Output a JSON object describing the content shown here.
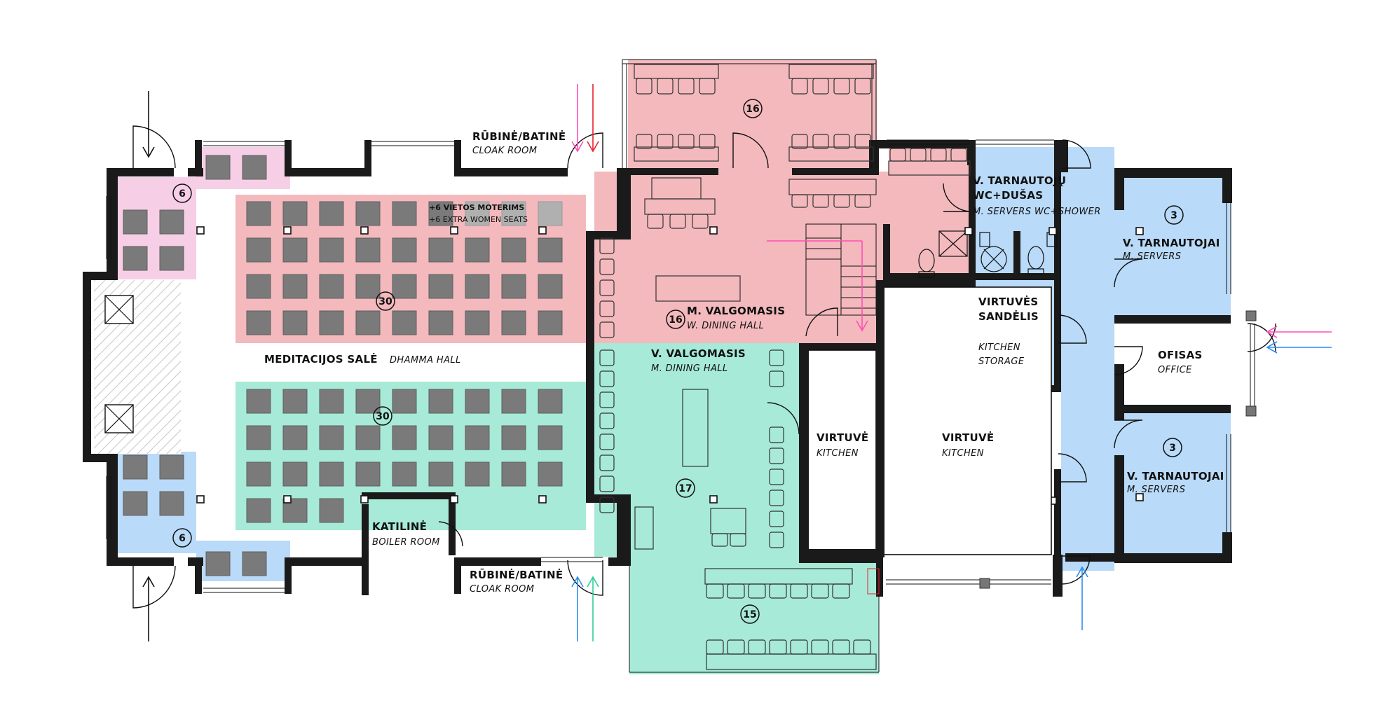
{
  "colors": {
    "pink_zone": "#f3b9bd",
    "light_pink_zone": "#f6cfe6",
    "green_zone": "#a7ead7",
    "blue_zone": "#b9daf8",
    "arrow_pink": "#ff4fb5",
    "arrow_red": "#e8232f",
    "arrow_blue": "#2c8ef0",
    "arrow_green": "#2fcf9b",
    "wall": "#1a1a1a"
  },
  "rooms": {
    "dhamma_hall": {
      "title": "MEDITACIJOS SALĖ",
      "subtitle": "DHAMMA HALL"
    },
    "extra_seats": {
      "title": "+6 VIETOS MOTERIMS",
      "subtitle": "+6 EXTRA WOMEN SEATS"
    },
    "cloak_top": {
      "title": "RŪBINĖ/BATINĖ",
      "subtitle": "CLOAK ROOM"
    },
    "cloak_bottom": {
      "title": "RŪBINĖ/BATINĖ",
      "subtitle": "CLOAK ROOM"
    },
    "boiler": {
      "title": "KATILINĖ",
      "subtitle": "BOILER ROOM"
    },
    "w_dining": {
      "title": "M. VALGOMASIS",
      "subtitle": "W. DINING HALL"
    },
    "m_dining": {
      "title": "V. VALGOMASIS",
      "subtitle": "M. DINING HALL"
    },
    "kitchen_small": {
      "title": "VIRTUVĖ",
      "subtitle": "KITCHEN"
    },
    "kitchen_large": {
      "title": "VIRTUVĖ",
      "subtitle": "KITCHEN"
    },
    "kitchen_storage": {
      "title_line1": "VIRTUVĖS",
      "title_line2": "SANDĖLIS",
      "subtitle_line1": "KITCHEN",
      "subtitle_line2": "STORAGE"
    },
    "servers_wc": {
      "title_line1": "V. TARNAUTOJŲ",
      "title_line2": "WC+DUŠAS",
      "subtitle": "M. SERVERS WC+SHOWER"
    },
    "servers_top": {
      "title": "V. TARNAUTOJAI",
      "subtitle": "M. SERVERS"
    },
    "servers_bottom": {
      "title": "V. TARNAUTOJAI",
      "subtitle": "M. SERVERS"
    },
    "office": {
      "title": "OFISAS",
      "subtitle": "OFFICE"
    }
  },
  "capacity_badges": {
    "women_hall": "30",
    "men_hall": "30",
    "women_corner": "6",
    "men_corner": "6",
    "w_dining_upper": "16",
    "w_dining": "16",
    "m_dining": "17",
    "m_dining_terrace": "15",
    "servers_top": "3",
    "servers_bottom": "3"
  }
}
